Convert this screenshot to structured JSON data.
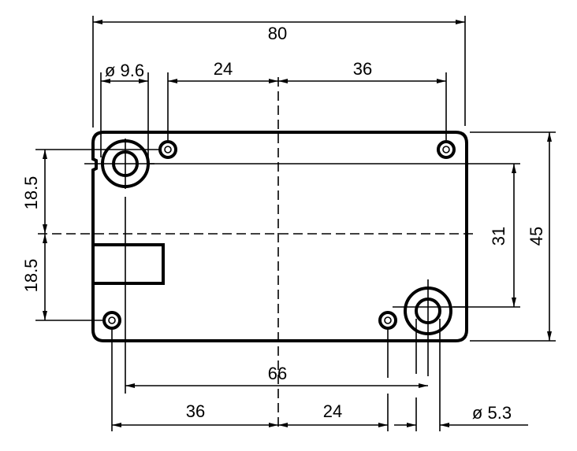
{
  "drawing": {
    "units": "mm",
    "overall_width": "80",
    "overall_height": "45",
    "large_hole_diameter": "ø 9.6",
    "small_hole_diameter": "ø 5.3",
    "top_left_spacing": "24",
    "top_right_spacing": "36",
    "left_upper_offset": "18.5",
    "left_lower_offset": "18.5",
    "right_hole_spacing": "31",
    "bottom_hole_span": "66",
    "bottom_left_spacing": "36",
    "bottom_right_spacing": "24"
  }
}
